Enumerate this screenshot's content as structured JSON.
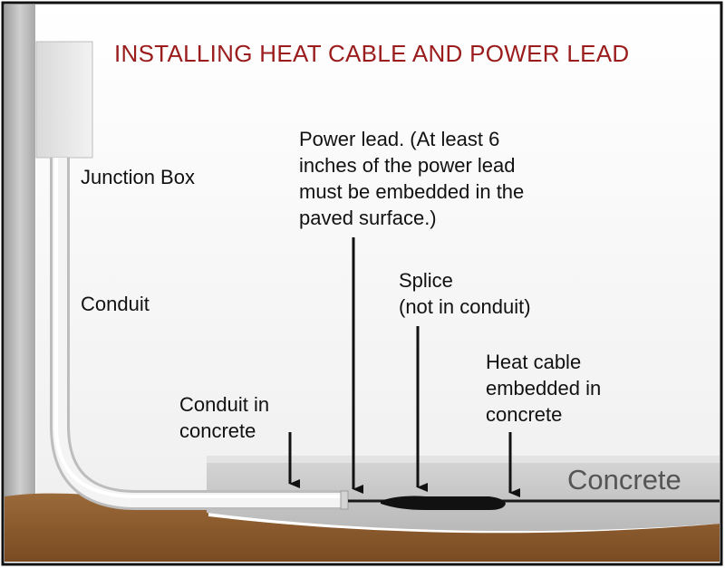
{
  "title": "INSTALLING HEAT CABLE AND POWER LEAD",
  "labels": {
    "junction_box": "Junction Box",
    "conduit": "Conduit",
    "power_lead": "Power lead. (At least 6\ninches of the power lead\nmust be embedded in the\npaved surface.)",
    "splice": "Splice\n(not in conduit)",
    "heat_cable": "Heat cable\nembedded in\nconcrete",
    "conduit_in_concrete": "Conduit in\nconcrete",
    "concrete": "Concrete"
  },
  "colors": {
    "title": "#9b1c1c",
    "wall_panel": "#ffffff",
    "wall_post": "#bdbdbd",
    "soil": "#8b5a2b",
    "concrete_slab": "#cfcfcf",
    "conduit": "#ececec",
    "cable": "#1a1a1a"
  }
}
